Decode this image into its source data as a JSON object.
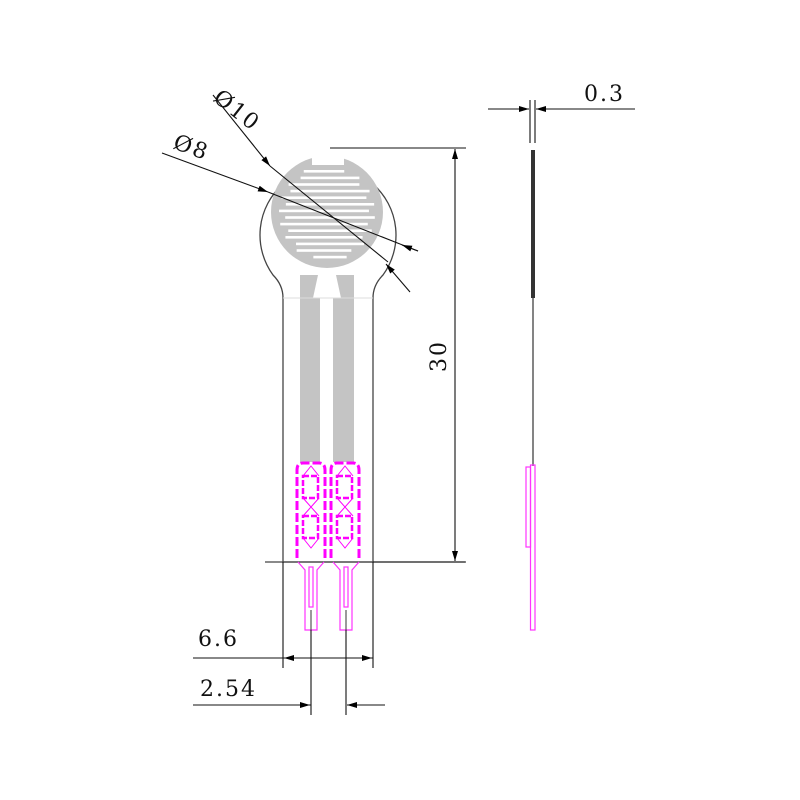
{
  "drawing": {
    "dimensions": {
      "outer_diameter": "Ø10",
      "active_diameter": "Ø8",
      "length": "30",
      "width": "6.6",
      "pin_pitch": "2.54",
      "thickness": "0.3"
    },
    "colors": {
      "outline": "#333333",
      "trace": "#c4c4c4",
      "connector": "#ff00ff",
      "thickness_bar": "#333333"
    }
  }
}
